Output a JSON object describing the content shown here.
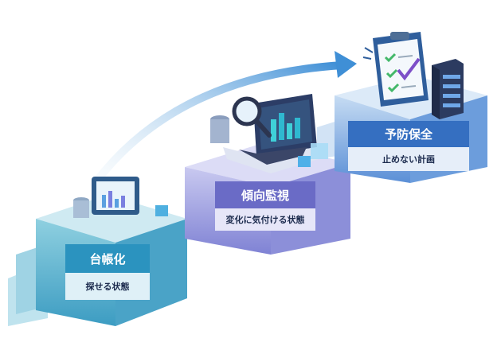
{
  "steps": [
    {
      "title": "台帳化",
      "subtitle": "探せる状態",
      "color": "#2b93bf"
    },
    {
      "title": "傾向監視",
      "subtitle": "変化に気付ける状態",
      "color": "#6a6bc6"
    },
    {
      "title": "予防保全",
      "subtitle": "止めない計画",
      "color": "#356fc1"
    }
  ]
}
